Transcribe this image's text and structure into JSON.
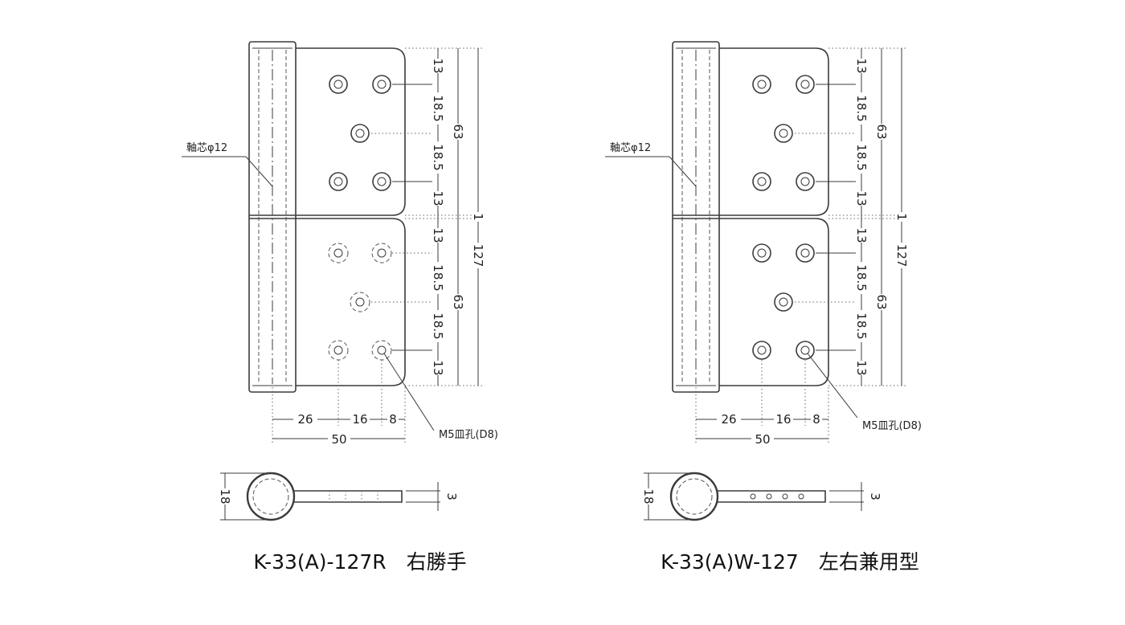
{
  "drawings": [
    {
      "id": "left",
      "caption": "K-33(A)-127R　右勝手",
      "axis_label": "軸芯φ12",
      "hole_label": "M5皿孔(D8)",
      "vertical_dims": [
        "13",
        "18.5",
        "18.5",
        "13",
        "13",
        "18.5",
        "18.5",
        "13"
      ],
      "leaf_height": "63",
      "gap": "1",
      "overall_height": "127",
      "horizontal_dims": [
        "26",
        "16",
        "8"
      ],
      "overall_width": "50",
      "section_dims": {
        "diameter": "18",
        "thickness": "3"
      }
    },
    {
      "id": "right",
      "caption": "K-33(A)W-127　左右兼用型",
      "axis_label": "軸芯φ12",
      "hole_label": "M5皿孔(D8)",
      "vertical_dims": [
        "13",
        "18.5",
        "18.5",
        "13",
        "13",
        "18.5",
        "18.5",
        "13"
      ],
      "leaf_height": "63",
      "gap": "1",
      "overall_height": "127",
      "horizontal_dims": [
        "26",
        "16",
        "8"
      ],
      "overall_width": "50",
      "section_dims": {
        "diameter": "18",
        "thickness": "3"
      }
    }
  ]
}
